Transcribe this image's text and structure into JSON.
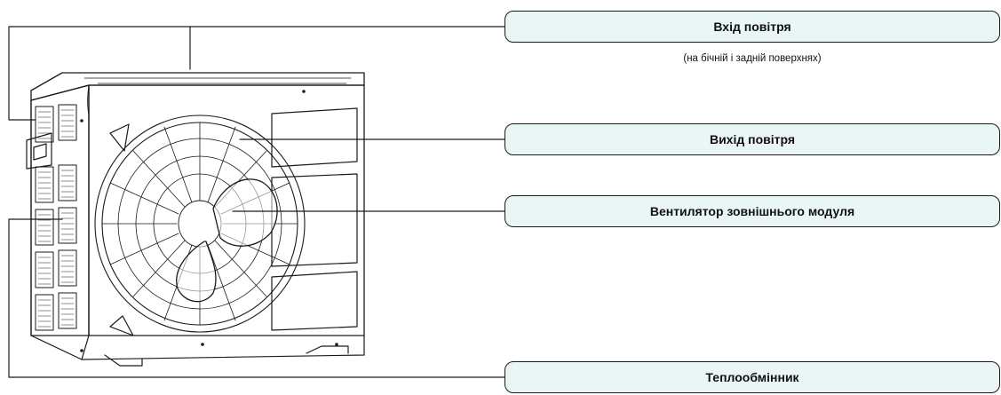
{
  "labels": {
    "air_inlet": "Вхід повітря",
    "air_inlet_note": "(на бічній і задній поверхнях)",
    "air_outlet": "Вихід повітря",
    "outdoor_fan": "Вентилятор зовнішнього модуля",
    "heat_exchanger": "Теплообмінник"
  },
  "colors": {
    "label_fill": "#eaf5f5",
    "line": "#1a1a1a"
  }
}
